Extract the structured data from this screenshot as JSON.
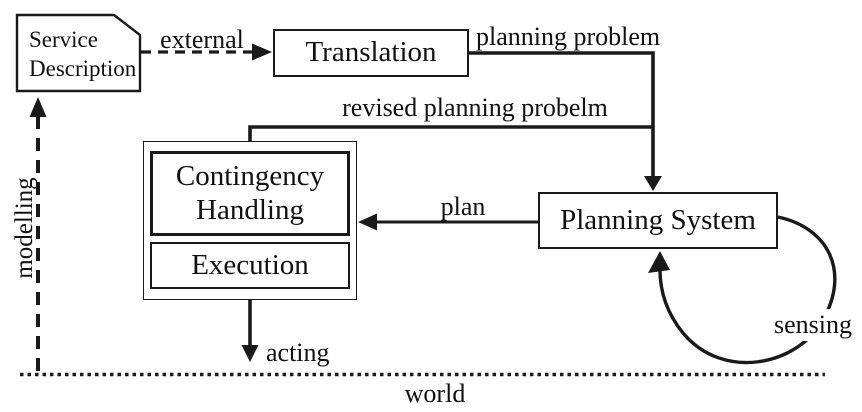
{
  "diagram": {
    "nodes": {
      "service_description": {
        "line1": "Service",
        "line2": "Description"
      },
      "translation": {
        "label": "Translation"
      },
      "contingency_handling": {
        "line1": "Contingency",
        "line2": "Handling"
      },
      "execution": {
        "label": "Execution"
      },
      "planning_system": {
        "label": "Planning System"
      }
    },
    "edges": {
      "external": {
        "label": "external"
      },
      "planning_problem": {
        "label": "planning problem"
      },
      "revised_planning_problem": {
        "label": "revised planning probelm"
      },
      "plan": {
        "label": "plan"
      },
      "acting": {
        "label": "acting"
      },
      "sensing": {
        "label": "sensing"
      },
      "modelling": {
        "label": "modelling"
      },
      "world": {
        "label": "world"
      }
    },
    "colors": {
      "ink": "#1a1a1a",
      "background": "#ffffff"
    }
  }
}
